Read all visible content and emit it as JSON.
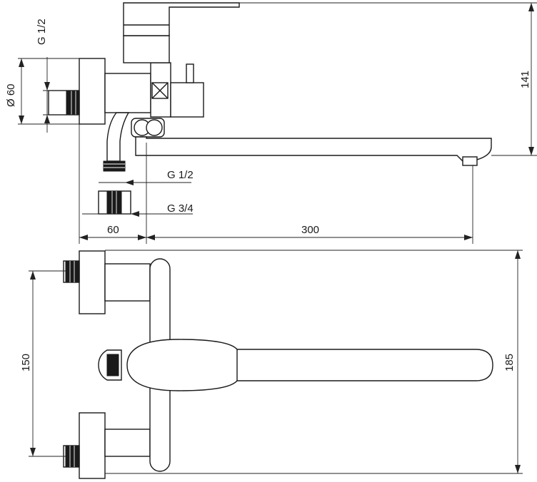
{
  "dimensions": {
    "inlet_thread": "G 1/2",
    "inlet_diameter": "Ø 60",
    "height": "141",
    "spout_outlet_thread": "G 1/2",
    "adapter_thread": "G 3/4",
    "wall_offset": "60",
    "spout_length": "300",
    "inlet_spacing": "150",
    "overall_width": "185"
  },
  "colors": {
    "line": "#1a1a1a",
    "background": "#ffffff"
  }
}
